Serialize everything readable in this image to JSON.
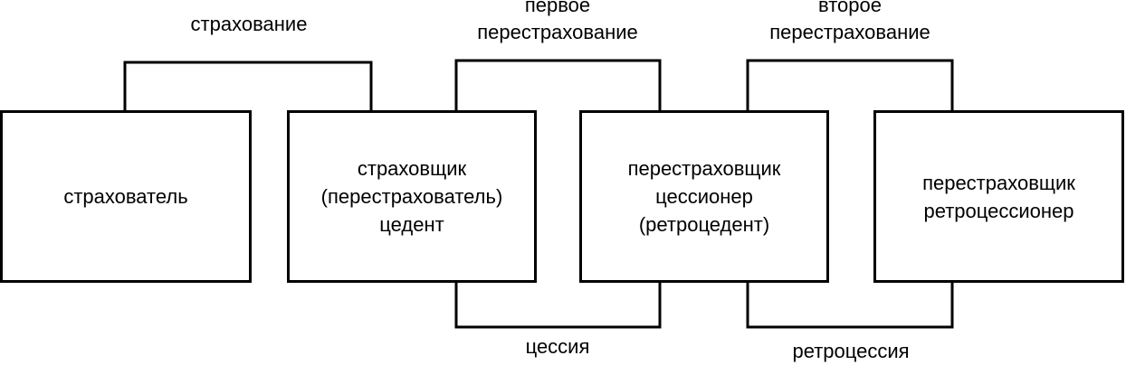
{
  "boxes": [
    {
      "lines": [
        "страхователь"
      ]
    },
    {
      "lines": [
        "страховщик",
        "(перестрахователь)",
        "цедент"
      ]
    },
    {
      "lines": [
        "перестраховщик",
        "цессионер",
        "(ретроцедент)"
      ]
    },
    {
      "lines": [
        "перестраховщик",
        "ретроцессионер"
      ]
    }
  ],
  "relations": {
    "insurance": [
      "страхование"
    ],
    "first_reinsurance": [
      "первое",
      "перестрахование"
    ],
    "second_reinsurance": [
      "второе",
      "перестрахование"
    ],
    "cession": [
      "цессия"
    ],
    "retrocession": [
      "ретроцессия"
    ]
  }
}
